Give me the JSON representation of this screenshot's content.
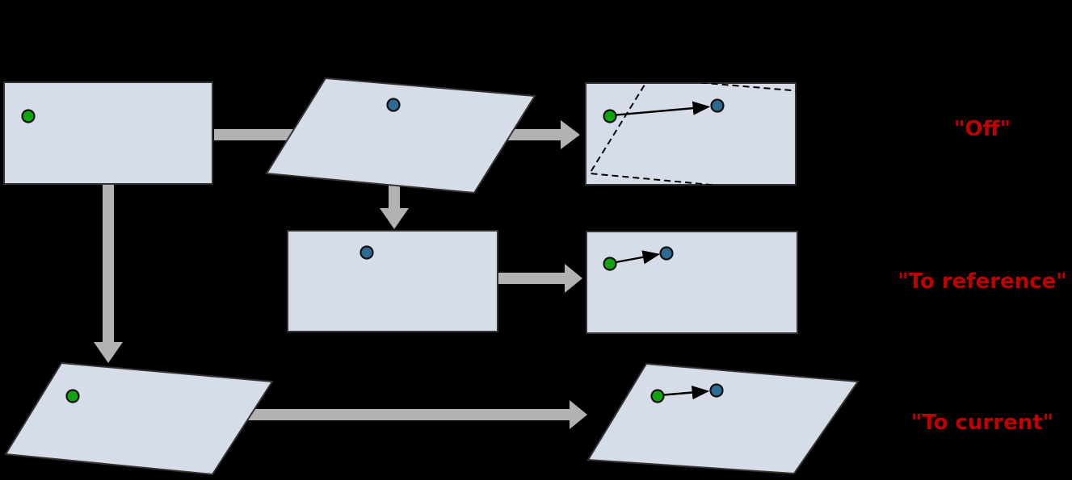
{
  "figure": {
    "labels": {
      "off": "\"Off\"",
      "to_reference": "\"To reference\"",
      "to_current": "\"To current\""
    },
    "colors": {
      "background": "#000000",
      "plane_fill": "#d6dde8",
      "plane_stroke": "#333333",
      "reference_point_green": "#12a312",
      "current_point_blue": "#2e6b93",
      "process_arrow_gray": "#b2b2b2",
      "flow_arrow_black": "#000000",
      "label_red": "#c00000"
    }
  }
}
